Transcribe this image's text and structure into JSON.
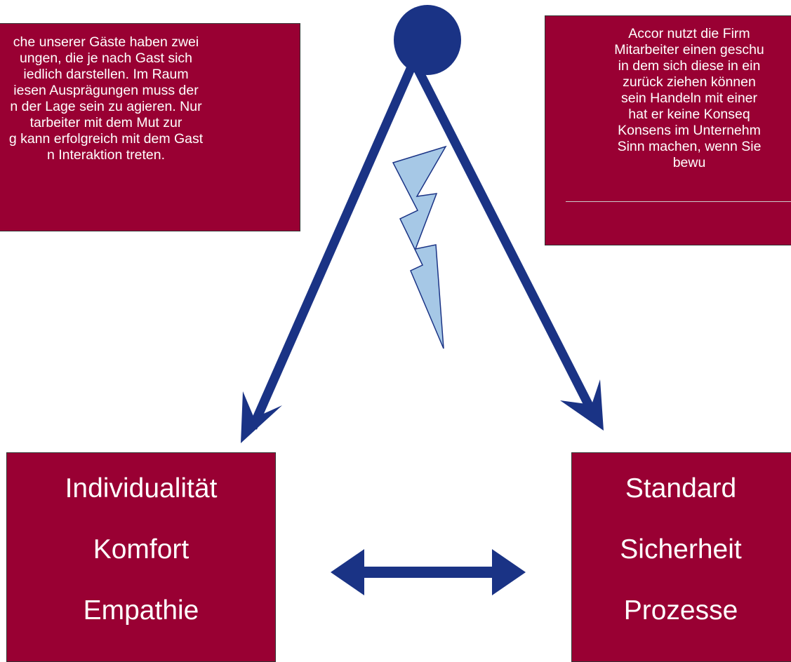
{
  "colors": {
    "box_fill": "#990033",
    "arrow": "#1a3385",
    "lightning_fill": "#a6c8e6"
  },
  "icons": [
    "person-head-icon",
    "lightning-icon",
    "double-arrow-icon"
  ],
  "left_text": [
    "che unserer Gäste haben zwei",
    "ungen, die je nach Gast sich",
    "iedlich darstellen. Im Raum",
    "iesen Ausprägungen muss der",
    "n der Lage sein zu agieren. Nur",
    "tarbeiter mit dem Mut zur",
    "g kann erfolgreich mit dem Gast",
    "n Interaktion treten."
  ],
  "right_text": [
    "Accor nutzt die Firm",
    "Mitarbeiter einen geschu",
    "in dem sich diese in ein",
    "zurück ziehen können",
    "sein Handeln mit einer",
    "hat er keine Konseq",
    "Konsens im Unternehm",
    "Sinn machen, wenn Sie",
    "bewu"
  ],
  "left_concepts": [
    "Individualität",
    "Komfort",
    "Empathie"
  ],
  "right_concepts": [
    "Standard",
    "Sicherheit",
    "Prozesse"
  ]
}
